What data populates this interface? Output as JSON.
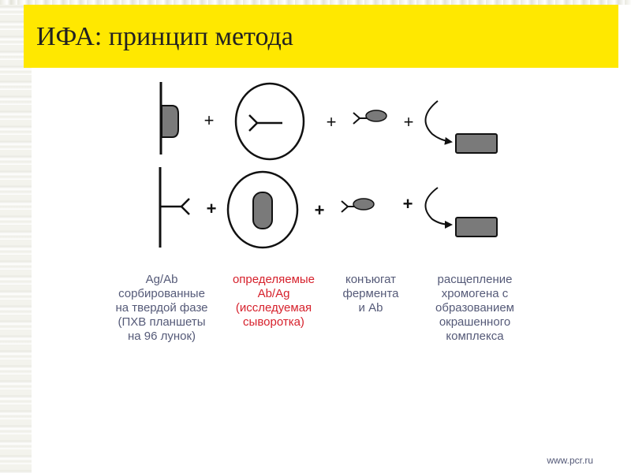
{
  "title": "ИФА: принцип метода",
  "plus": "+",
  "captions": {
    "solid_phase": "Ag/Ab\nсорбированные\nна твердой фазе\n(ПХВ планшеты\nна 96 лунок)",
    "serum": "определяемые\nAb/Ag\n(исследуемая\nсыворотка)",
    "conjugate": "конъюгат\nфермента\nи Ab",
    "chromogen": "расщепление\nхромогена с\nобразованием\nокрашенного\nкомплекса"
  },
  "footer": "www.pcr.ru",
  "colors": {
    "title_bar": "#ffe800",
    "shape_fill": "#7a7a7a",
    "caption_text": "#555a78",
    "caption_highlight": "#d6212c"
  }
}
